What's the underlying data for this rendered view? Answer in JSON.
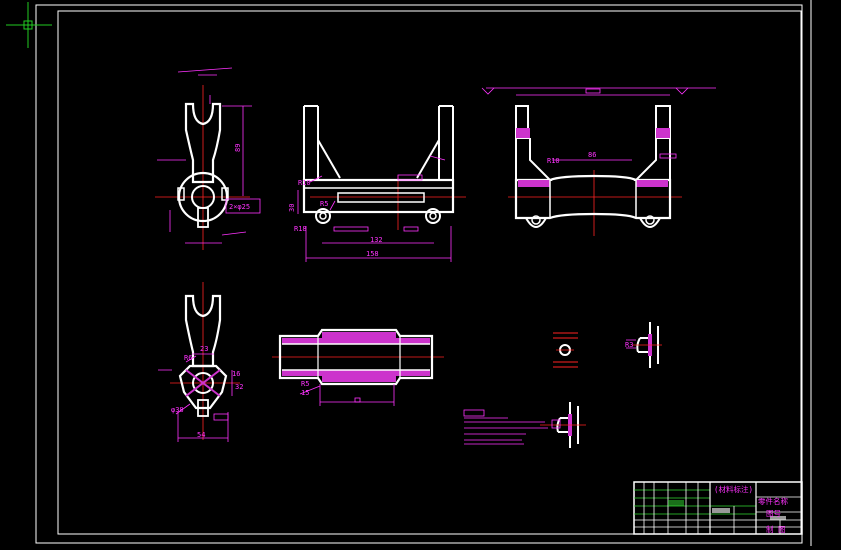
{
  "colors": {
    "background": "#000000",
    "outline": "#ffffff",
    "dimension": "#ff33ff",
    "centerline": "#ff2222",
    "hatch": "#cc33cc",
    "cursor": "#22cc22",
    "titleblock_grid": "#33dd33"
  },
  "cursor": {
    "icon": "crosshair-cursor-icon"
  },
  "dimensions": {
    "front_width": "158",
    "front_hole_spacing": "132",
    "front_height": "30",
    "front_r_top": "R5",
    "front_r_left": "R10",
    "front_r_bottom": "R18",
    "side_height": "89",
    "side_shaft": "2×φ25",
    "top_r": "R10",
    "top_width": "86",
    "lower_top": "23",
    "lower_left": "R6",
    "lower_right_a": "16",
    "lower_right_b": "32",
    "lower_phi": "φ38",
    "lower_width": "54",
    "section_r": "R5",
    "section_15": "15",
    "detail_r": "R3"
  },
  "title_block": {
    "material": "(材料标注)",
    "part_name": "零件名称",
    "drawing_no": "图号",
    "company": "制 图"
  }
}
